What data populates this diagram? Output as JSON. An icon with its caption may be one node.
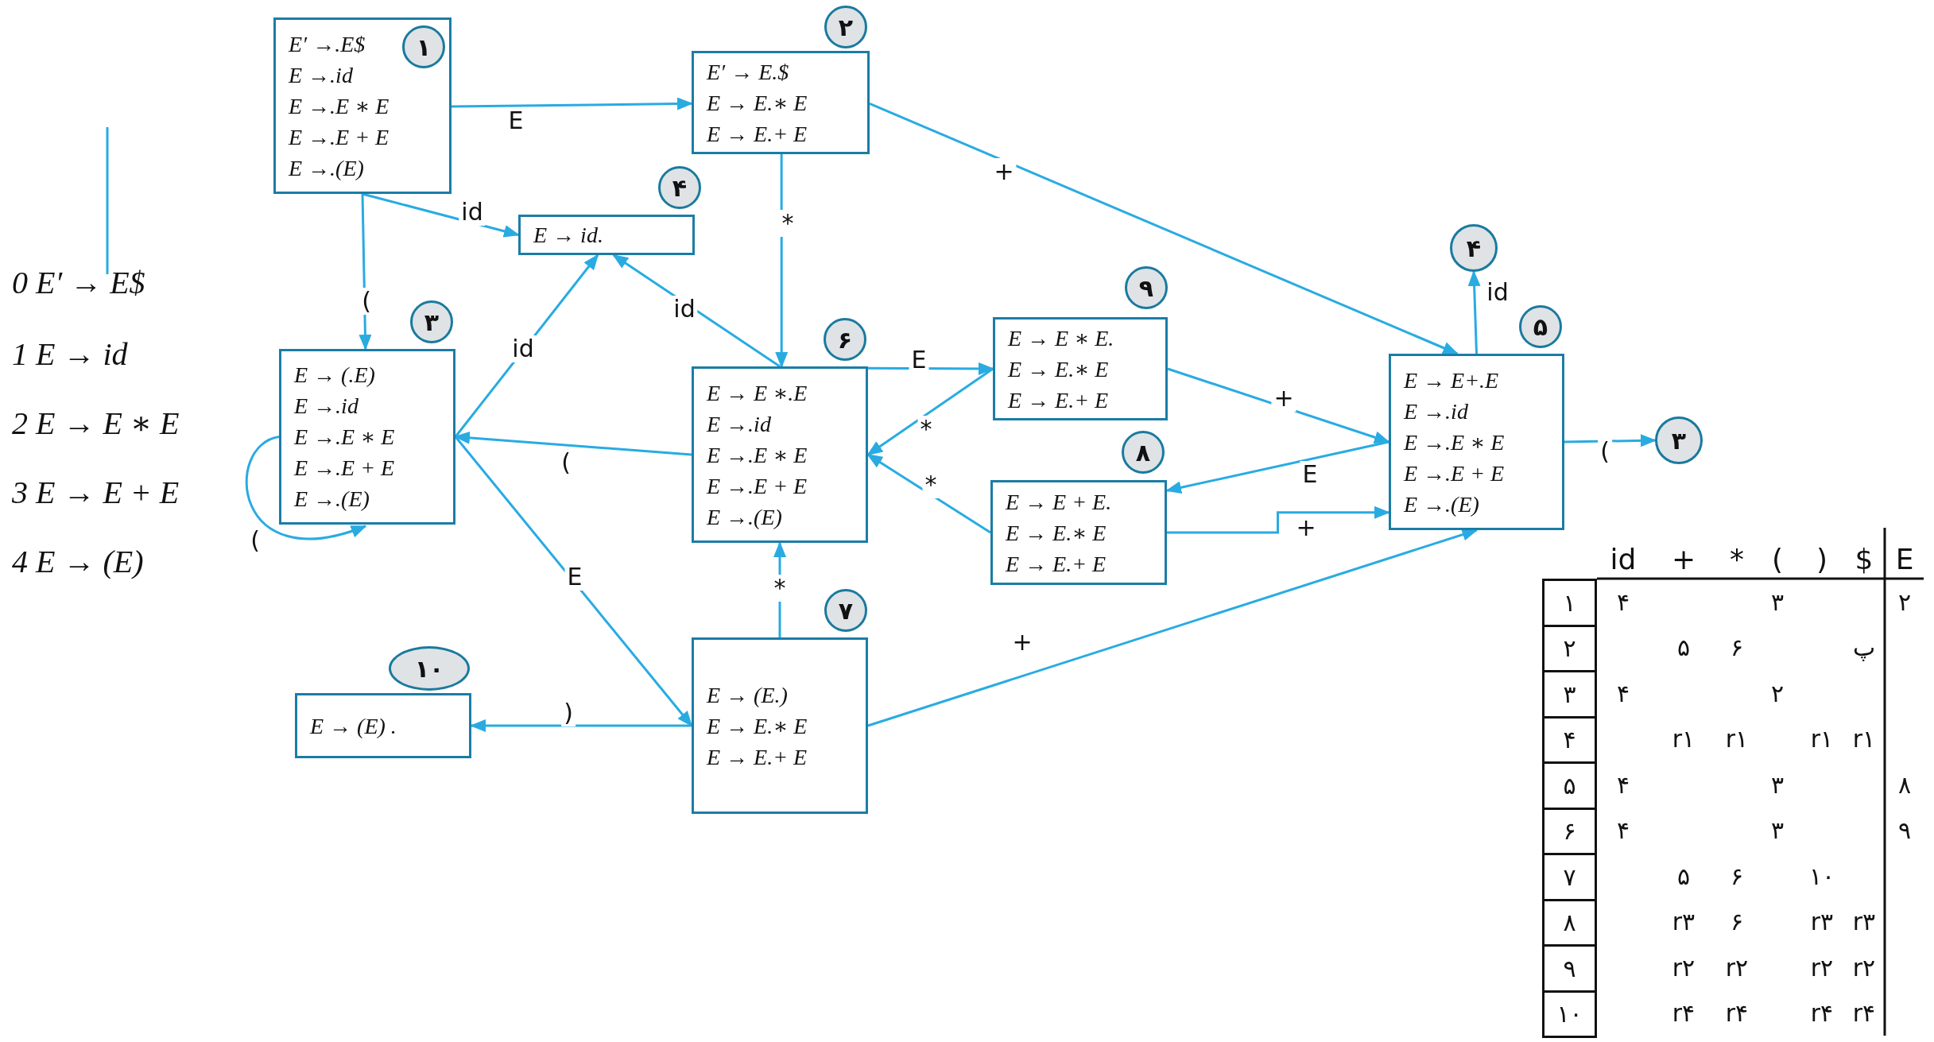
{
  "diagram": {
    "nodes": [
      {
        "text": [
          "E′ →.E$",
          "E →.id",
          "E →.E ∗ E",
          "E →.E + E",
          "E →.(E)"
        ]
      },
      {
        "text": [
          "۱"
        ],
        "in": 0
      },
      {
        "text": [
          "E′ → E.$",
          "E → E.∗ E",
          "E → E.+ E"
        ]
      },
      {
        "text": [
          "۲"
        ]
      },
      {
        "text": [
          "E → id."
        ]
      },
      {
        "text": [
          "۴"
        ]
      },
      {
        "text": [
          "E → (.E)",
          "E →.id",
          "E →.E ∗ E",
          "E →.E + E",
          "E →.(E)"
        ]
      },
      {
        "text": [
          "۳"
        ]
      },
      {
        "text": [
          "E → E ∗.E",
          "E →.id",
          "E →.E ∗ E",
          "E →.E + E",
          "E →.(E)"
        ]
      },
      {
        "text": [
          "۶"
        ]
      },
      {
        "text": [
          "E → E ∗ E.",
          "E → E.∗ E",
          "E → E.+ E"
        ]
      },
      {
        "text": [
          "۹"
        ]
      },
      {
        "text": [
          "۴"
        ]
      },
      {
        "text": [
          "E → E+.E",
          "E →.id",
          "E →.E ∗ E",
          "E →.E + E",
          "E →.(E)"
        ]
      },
      {
        "text": [
          "۵"
        ]
      },
      {
        "text": [
          "E → E + E.",
          "E → E.∗ E",
          "E → E.+ E"
        ]
      },
      {
        "text": [
          "۸"
        ]
      },
      {
        "text": [
          "۳"
        ]
      },
      {
        "text": [
          "E → (E.)",
          "E → E.∗ E",
          "E → E.+ E"
        ]
      },
      {
        "text": [
          "۷"
        ]
      },
      {
        "text": [
          "E → (E) ."
        ]
      },
      {
        "text": [
          "۱۰"
        ]
      }
    ],
    "edges": [
      {
        "from": 0,
        "to": 2,
        "arrow": "to",
        "label": "E"
      },
      {
        "from": 0,
        "to": 4,
        "arrow": "to",
        "label": "id"
      },
      {
        "from": 0,
        "to": 6,
        "arrow": "to",
        "label": "("
      },
      {
        "from": 2,
        "to": 8,
        "arrow": "to",
        "label": "*"
      },
      {
        "from": 2,
        "to": 13,
        "arrow": "to",
        "label": "+"
      },
      {
        "from": 6,
        "to": 4,
        "arrow": "to",
        "label": "id"
      },
      {
        "from": 8,
        "to": 4,
        "arrow": "to",
        "label": "id"
      },
      {
        "from": 8,
        "to": 6,
        "arrow": "to",
        "label": "("
      },
      {
        "from": 6,
        "to": 6,
        "arrow": "to",
        "label": "("
      },
      {
        "from": 6,
        "to": 18,
        "arrow": "to",
        "label": "E"
      },
      {
        "from": 8,
        "to": 10,
        "arrow": "to",
        "label": "E"
      },
      {
        "from": 10,
        "to": 8,
        "arrow": "to",
        "label": "*"
      },
      {
        "from": 15,
        "to": 8,
        "arrow": "to",
        "label": "*"
      },
      {
        "from": 10,
        "to": 13,
        "arrow": "to",
        "label": "+"
      },
      {
        "from": 13,
        "to": 15,
        "arrow": "to",
        "label": "E"
      },
      {
        "from": 15,
        "to": 13,
        "arrow": "to",
        "label": "+"
      },
      {
        "from": 13,
        "to": 12,
        "arrow": "to",
        "label": "id"
      },
      {
        "from": 13,
        "to": 17,
        "arrow": "to",
        "label": "("
      },
      {
        "from": 18,
        "to": 8,
        "arrow": "to",
        "label": "*"
      },
      {
        "from": 18,
        "to": 13,
        "arrow": "to",
        "label": "+"
      },
      {
        "from": 18,
        "to": 20,
        "arrow": "to",
        "label": ")"
      }
    ],
    "labels": [
      "0 E′ → E$",
      "1 E → id",
      "2 E → E ∗ E",
      "3 E → E + E",
      "4 E → (E)",
      "id",
      "+",
      "*",
      "(",
      ")",
      "$",
      "E",
      "۱",
      "۴",
      "۳",
      "۲",
      "۲",
      "۵",
      "۶",
      "پ",
      "۳",
      "۴",
      "۲",
      "۴",
      "r۱",
      "r۱",
      "r۱",
      "r۱",
      "۵",
      "۴",
      "۳",
      "۸",
      "۶",
      "۴",
      "۳",
      "۹",
      "۷",
      "۵",
      "۶",
      "۱۰",
      "۸",
      "r۳",
      "۶",
      "r۳",
      "r۳",
      "۹",
      "r۲",
      "r۲",
      "r۲",
      "r۲",
      "۱۰",
      "r۴",
      "r۴",
      "r۴",
      "r۴"
    ]
  }
}
